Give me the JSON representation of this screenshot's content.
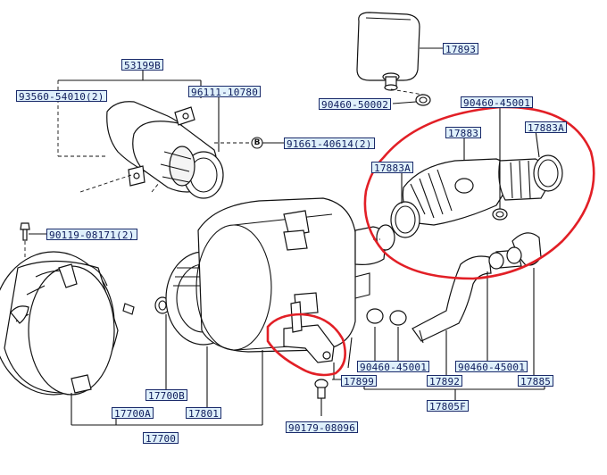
{
  "labels": {
    "l_17893": "17893",
    "l_53199B": "53199B",
    "l_93560": "93560-54010(2)",
    "l_96111": "96111-10780",
    "l_90460_50002": "90460-50002",
    "l_90460_45001_top": "90460-45001",
    "l_17883": "17883",
    "l_17883A_right": "17883A",
    "l_17883A_left": "17883A",
    "l_91661": "91661-40614(2)",
    "l_90119": "90119-08171(2)",
    "l_17700B": "17700B",
    "l_17700A": "17700A",
    "l_17801": "17801",
    "l_17700": "17700",
    "l_17899": "17899",
    "l_90179": "90179-08096",
    "l_90460_45001_bl": "90460-45001",
    "l_90460_45001_br": "90460-45001",
    "l_17892": "17892",
    "l_17885": "17885",
    "l_17805F": "17805F"
  },
  "marker": "B",
  "colors": {
    "label_fill": "#dff0fb",
    "label_border": "#1a2a6a",
    "label_text": "#0d1b5a",
    "highlight": "#e21f26"
  }
}
